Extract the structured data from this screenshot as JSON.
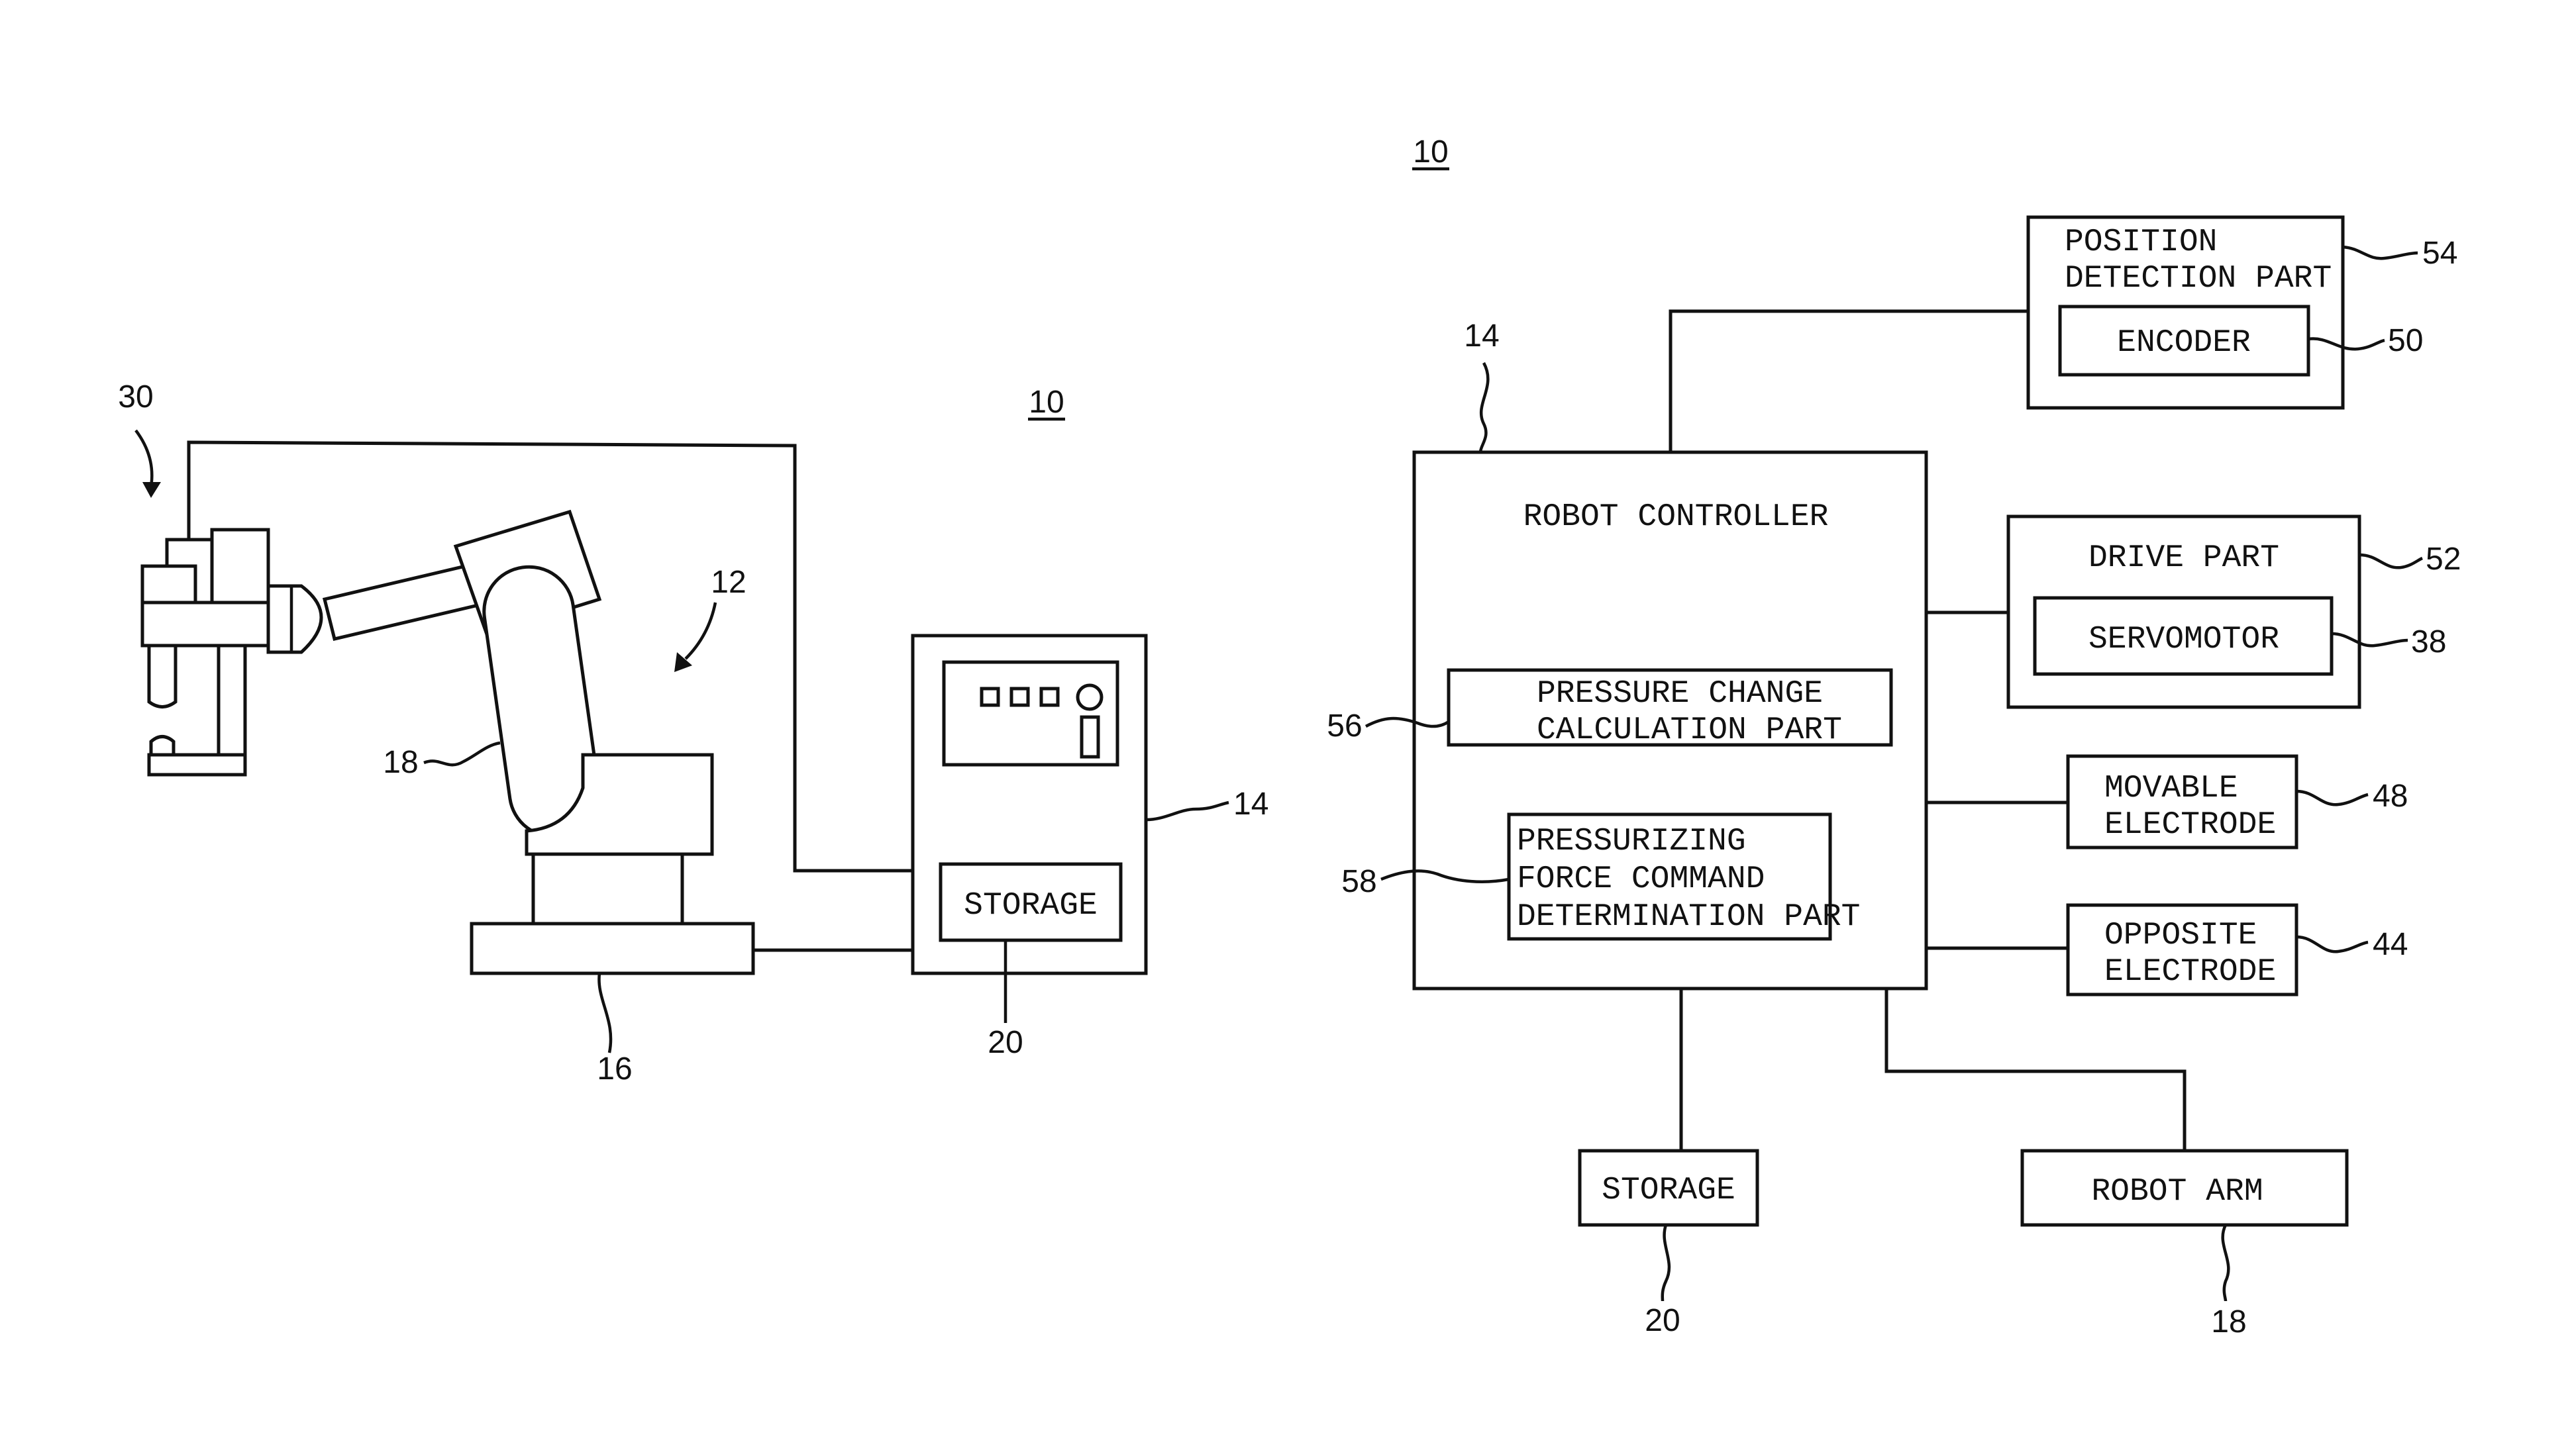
{
  "left_figure": {
    "ref_system": "10",
    "ref_welding_gun": "30",
    "ref_robot": "12",
    "ref_arm": "18",
    "ref_base": "16",
    "ref_controller": "14",
    "ref_storage": "20",
    "storage_label": "STORAGE"
  },
  "right_figure": {
    "ref_system": "10",
    "robot_controller": {
      "ref": "14",
      "label": "ROBOT CONTROLLER"
    },
    "pressure_change_calculation_part": {
      "ref": "56",
      "lines": [
        "PRESSURE CHANGE",
        "CALCULATION PART"
      ]
    },
    "pressurizing_force_command_determination_part": {
      "ref": "58",
      "lines": [
        "PRESSURIZING",
        "FORCE COMMAND",
        "DETERMINATION PART"
      ]
    },
    "position_detection_part": {
      "ref": "54",
      "lines": [
        "POSITION",
        "DETECTION PART"
      ]
    },
    "encoder": {
      "ref": "50",
      "label": "ENCODER"
    },
    "drive_part": {
      "ref": "52",
      "label": "DRIVE PART"
    },
    "servomotor": {
      "ref": "38",
      "label": "SERVOMOTOR"
    },
    "movable_electrode": {
      "ref": "48",
      "lines": [
        "MOVABLE",
        "ELECTRODE"
      ]
    },
    "opposite_electrode": {
      "ref": "44",
      "lines": [
        "OPPOSITE",
        "ELECTRODE"
      ]
    },
    "storage": {
      "ref": "20",
      "label": "STORAGE"
    },
    "robot_arm": {
      "ref": "18",
      "label": "ROBOT ARM"
    }
  }
}
